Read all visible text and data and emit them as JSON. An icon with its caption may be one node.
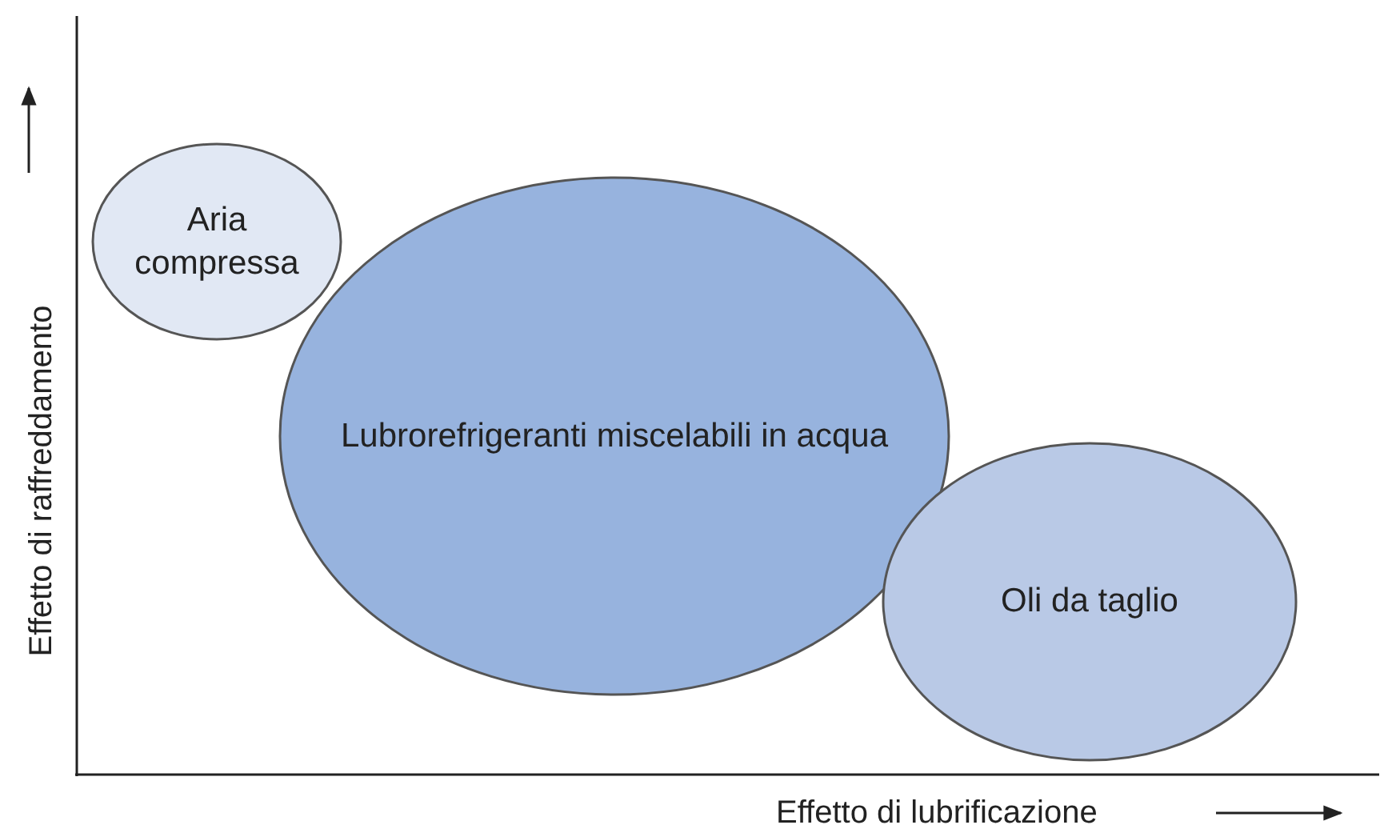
{
  "diagram": {
    "nodes": [
      {
        "text": [
          "Aria compressa"
        ]
      },
      {
        "text": [
          "Lubrorefrigeranti miscelabili in acqua"
        ]
      },
      {
        "text": [
          "Oli da taglio"
        ]
      }
    ],
    "labels": [
      "Effetto di raffreddamento",
      "Effetto di lubrificazione"
    ]
  }
}
